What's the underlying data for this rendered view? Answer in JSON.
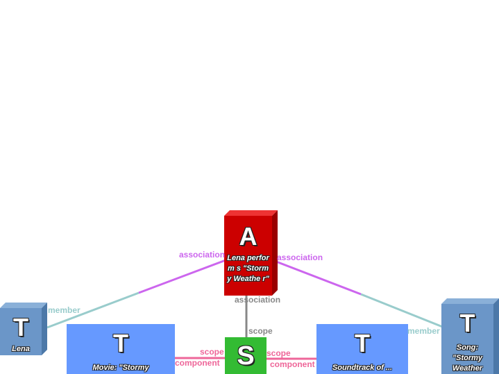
{
  "nodes": {
    "association": {
      "letter": "A",
      "caption": "Lena perform s \"Stormy Weathe r\""
    },
    "scope": {
      "letter": "S"
    },
    "lena": {
      "letter": "T",
      "caption": "Lena"
    },
    "movie": {
      "letter": "T",
      "caption": "Movie: \"Stormy"
    },
    "soundtrack": {
      "letter": "T",
      "caption": "Soundtrack of ..."
    },
    "song": {
      "letter": "T",
      "caption": "Song: \"Stormy Weather"
    }
  },
  "labels": {
    "association_left": "association",
    "association_right": "association",
    "association_center": "association",
    "member_left": "member",
    "member_right": "member",
    "scope_top": "scope",
    "scope_left": "scope",
    "component_left": "component",
    "scope_right": "scope",
    "component_right": "component"
  },
  "colors": {
    "association_box": "#cc0000",
    "topic_box": "#6699ff",
    "scope_box": "#33bb33",
    "association_line": "#cc66ee",
    "member_line": "#99cccc",
    "scope_line": "#888888",
    "component_line": "#ee6699"
  }
}
